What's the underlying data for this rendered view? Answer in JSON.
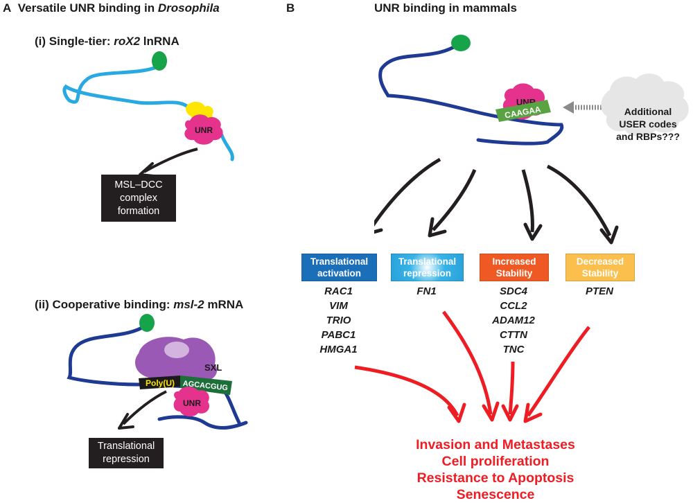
{
  "panel_a": {
    "letter": "A",
    "title_plain": "Versatile UNR binding in ",
    "title_italic": "Drosophila",
    "sub_i": {
      "prefix": "(i) Single-tier: ",
      "italic": "roX2",
      "suffix": " lnRNA"
    },
    "sub_ii": {
      "prefix": "(ii) Cooperative binding: ",
      "italic": "msl-2",
      "suffix": " mRNA"
    },
    "unr_label": "UNR",
    "sxl_label": "SXL",
    "polyu_label": "Poly(U)",
    "motif_label": "AGCACGUG",
    "box_i_lines": [
      "MSL–DCC",
      "complex",
      "formation"
    ],
    "box_ii_lines": [
      "Translational",
      "repression"
    ]
  },
  "panel_b": {
    "letter": "B",
    "title": "UNR binding in mammals",
    "unr_label": "UNR",
    "motif_label": "CAAGAA",
    "cloud_lines": [
      "Additional",
      "USER codes",
      "and RBPs???"
    ],
    "categories": [
      {
        "lines": [
          "Translational",
          "activation"
        ],
        "genes": [
          "RAC1",
          "VIM",
          "TRIO",
          "PABC1",
          "HMGA1"
        ]
      },
      {
        "lines": [
          "Translational",
          "repression"
        ],
        "genes": [
          "FN1"
        ]
      },
      {
        "lines": [
          "Increased",
          "Stability"
        ],
        "genes": [
          "SDC4",
          "CCL2",
          "ADAM12",
          "CTTN",
          "TNC"
        ]
      },
      {
        "lines": [
          "Decreased",
          "Stability"
        ],
        "genes": [
          "PTEN"
        ]
      }
    ],
    "outcomes": [
      "Invasion and Metastases",
      "Cell proliferation",
      "Resistance to Apoptosis",
      "Senescence"
    ]
  },
  "colors": {
    "rna_light_blue": "#28a9e1",
    "rna_dark_blue": "#1f3a93",
    "cap_green": "#16a34a",
    "unr_pink": "#e5338d",
    "yellow_factor": "#ffe600",
    "sxl_purple": "#9b59b6",
    "motif_green": "#5aa342",
    "motif_dark_green": "#1d6f3a",
    "outcome_red": "#ee1d23",
    "cat_activation": "#1a6fb8",
    "cat_repression": "#36b3e6",
    "cat_increased": "#ef5a24",
    "cat_decreased": "#fbbf4e"
  }
}
